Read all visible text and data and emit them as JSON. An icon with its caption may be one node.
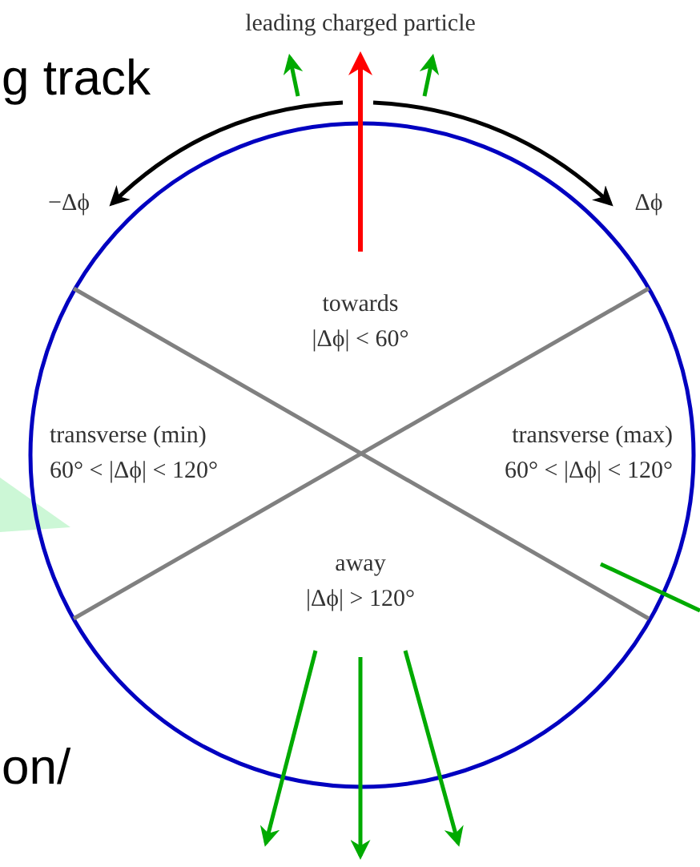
{
  "diagram": {
    "labels": [
      "leading charged particle",
      "g track",
      "−Δϕ",
      "Δϕ",
      "towards",
      "|Δϕ| < 60°",
      "transverse (min)",
      "60° < |Δϕ| < 120°",
      "transverse (max)",
      "60° < |Δϕ| < 120°",
      "away",
      "|Δϕ| > 120°",
      "on/"
    ]
  }
}
